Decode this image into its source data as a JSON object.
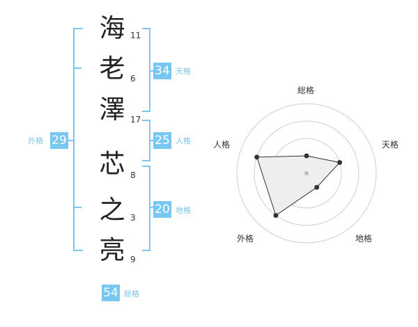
{
  "name": {
    "characters": [
      "海",
      "老",
      "澤",
      "芯",
      "之",
      "亮"
    ],
    "strokes": [
      "11",
      "6",
      "17",
      "8",
      "3",
      "9"
    ]
  },
  "fortune": {
    "tenkaku": {
      "label": "天格",
      "value": "34"
    },
    "jinkaku": {
      "label": "人格",
      "value": "25"
    },
    "chikaku": {
      "label": "地格",
      "value": "20"
    },
    "gaikaku": {
      "label": "外格",
      "value": "29"
    },
    "soukaku": {
      "label": "総格",
      "value": "54"
    }
  },
  "radar": {
    "axes": [
      "総格",
      "天格",
      "地格",
      "外格",
      "人格"
    ],
    "levels": 4,
    "values": [
      1,
      2,
      1,
      3,
      3
    ],
    "colors": {
      "grid": "#cfcfcf",
      "fill": "#eeeeee",
      "line": "#333333",
      "center": "#bbbbbb"
    }
  },
  "colors": {
    "accent": "#78c7f2"
  }
}
